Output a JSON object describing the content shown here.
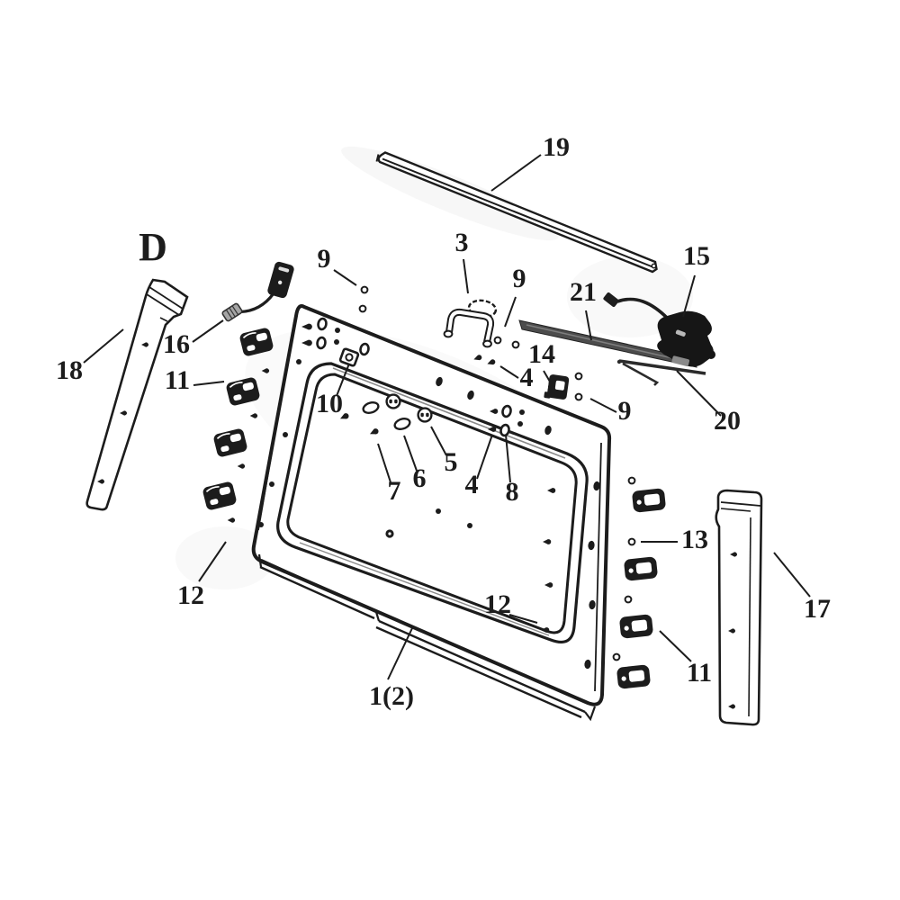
{
  "colors": {
    "ink": "#1c1c1c",
    "background": "#ffffff",
    "metal_gray": "#4c4c4c",
    "connector_gray": "#a5a5a5"
  },
  "diagram": {
    "section_letter": "D",
    "labels": {
      "l1": "1(2)",
      "l3": "3",
      "l4a": "4",
      "l4b": "4",
      "l5": "5",
      "l6": "6",
      "l7": "7",
      "l8": "8",
      "l9a": "9",
      "l9b": "9",
      "l9c": "9",
      "l10": "10",
      "l11a": "11",
      "l11b": "11",
      "l12a": "12",
      "l12b": "12",
      "l13": "13",
      "l14": "14",
      "l15": "15",
      "l16": "16",
      "l17": "17",
      "l18": "18",
      "l19": "19",
      "l20": "20",
      "l21": "21"
    }
  }
}
